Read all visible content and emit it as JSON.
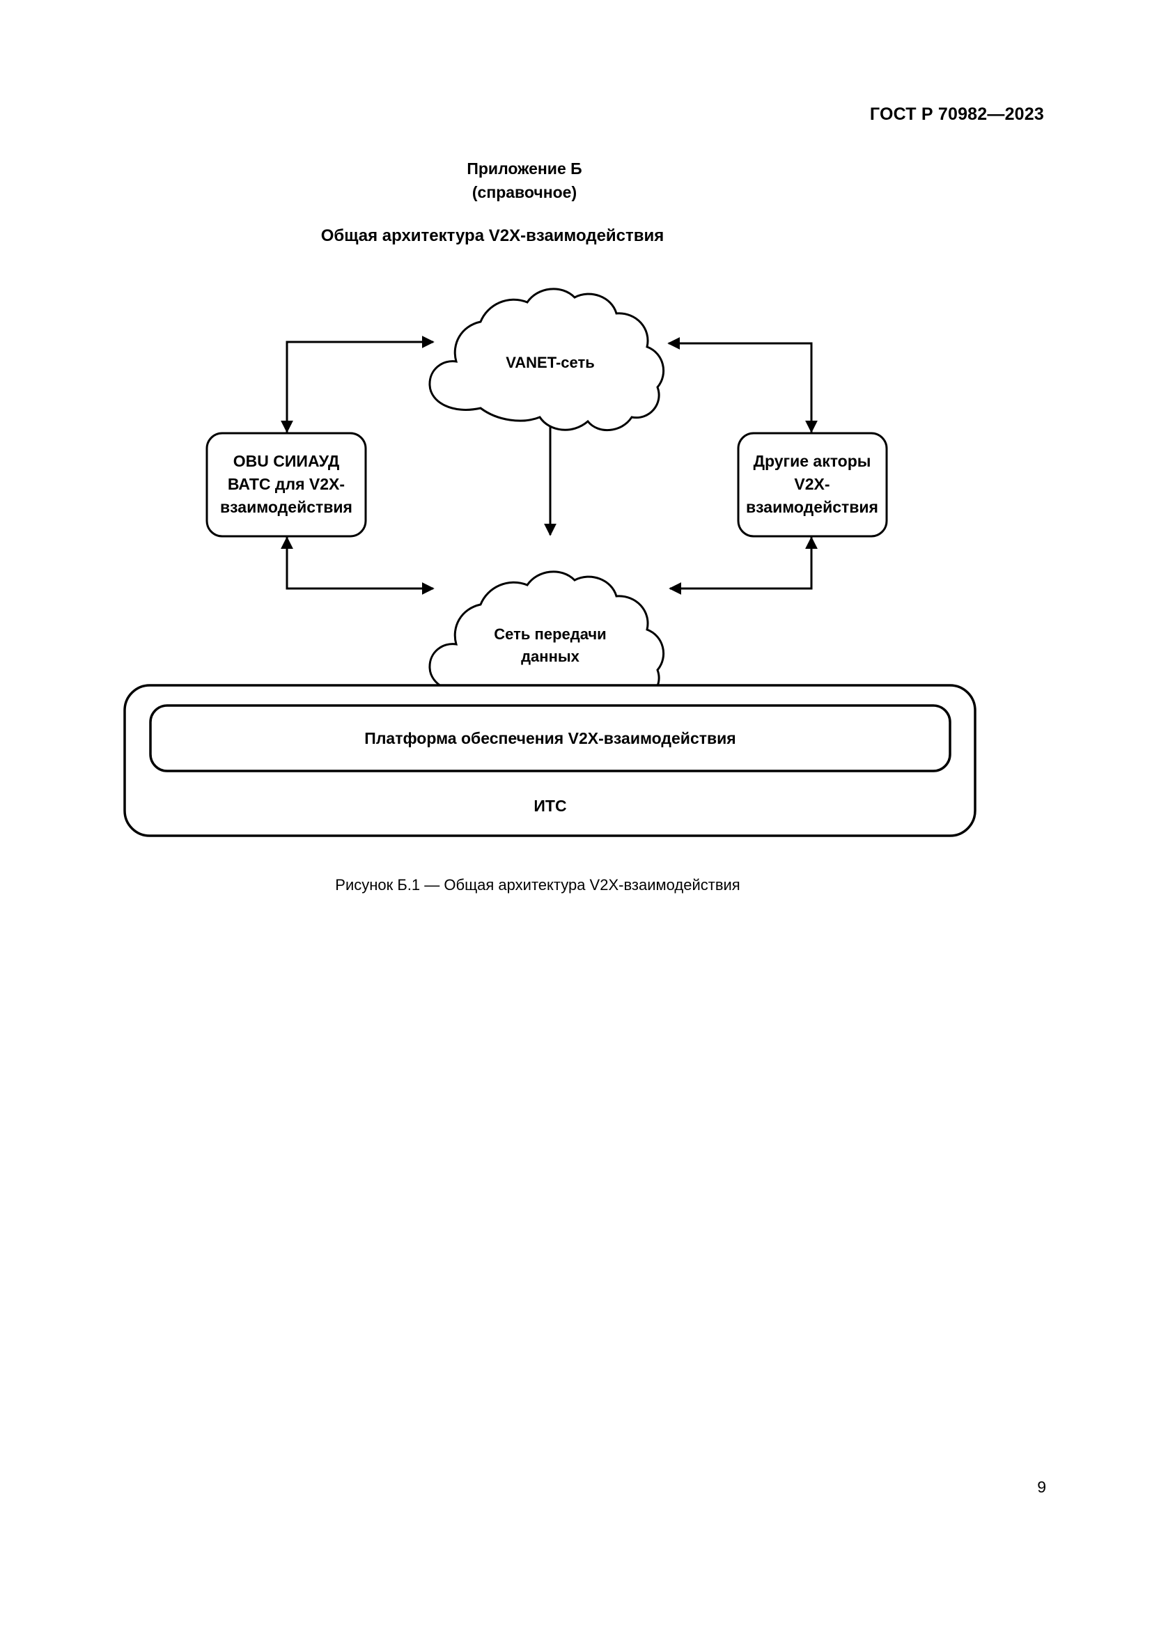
{
  "document": {
    "header": "ГОСТ Р 70982—2023",
    "page_number": "9"
  },
  "annex": {
    "title": "Приложение Б",
    "subtitle": "(справочное)",
    "heading": "Общая архитектура V2X-взаимодействия"
  },
  "figure": {
    "caption": "Рисунок Б.1 — Общая архитектура V2X-взаимодействия",
    "nodes": {
      "vanet_cloud": "VANET-сеть",
      "obu_box_line1": "OBU СИИАУД",
      "obu_box_line2": "ВАТС для V2X-",
      "obu_box_line3": "взаимодействия",
      "actors_box_line1": "Другие акторы",
      "actors_box_line2": "V2X-",
      "actors_box_line3": "взаимодействия",
      "data_cloud_line1": "Сеть передачи",
      "data_cloud_line2": "данных",
      "platform": "Платформа обеспечения V2X-взаимодействия",
      "its": "ИТС"
    }
  },
  "colors": {
    "ink": "#000000",
    "paper": "#ffffff"
  }
}
